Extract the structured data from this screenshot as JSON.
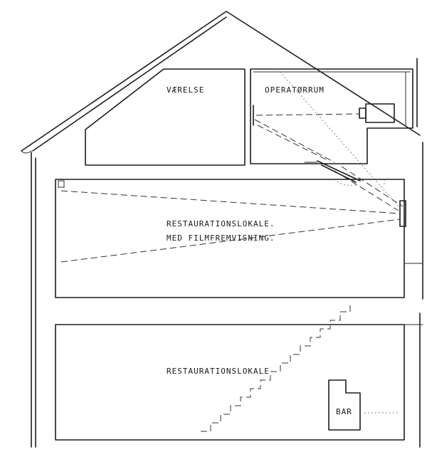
{
  "labels": {
    "vaerelse": "VÆRELSE",
    "operatorrum": "OPERATØRRUM",
    "restaurant_film_line1": "RESTAURATIONSLOKALE.",
    "restaurant_film_line2": "MED FILMFREMVISNING.",
    "restaurant": "RESTAURATIONSLOKALE",
    "bar": "BAR"
  }
}
